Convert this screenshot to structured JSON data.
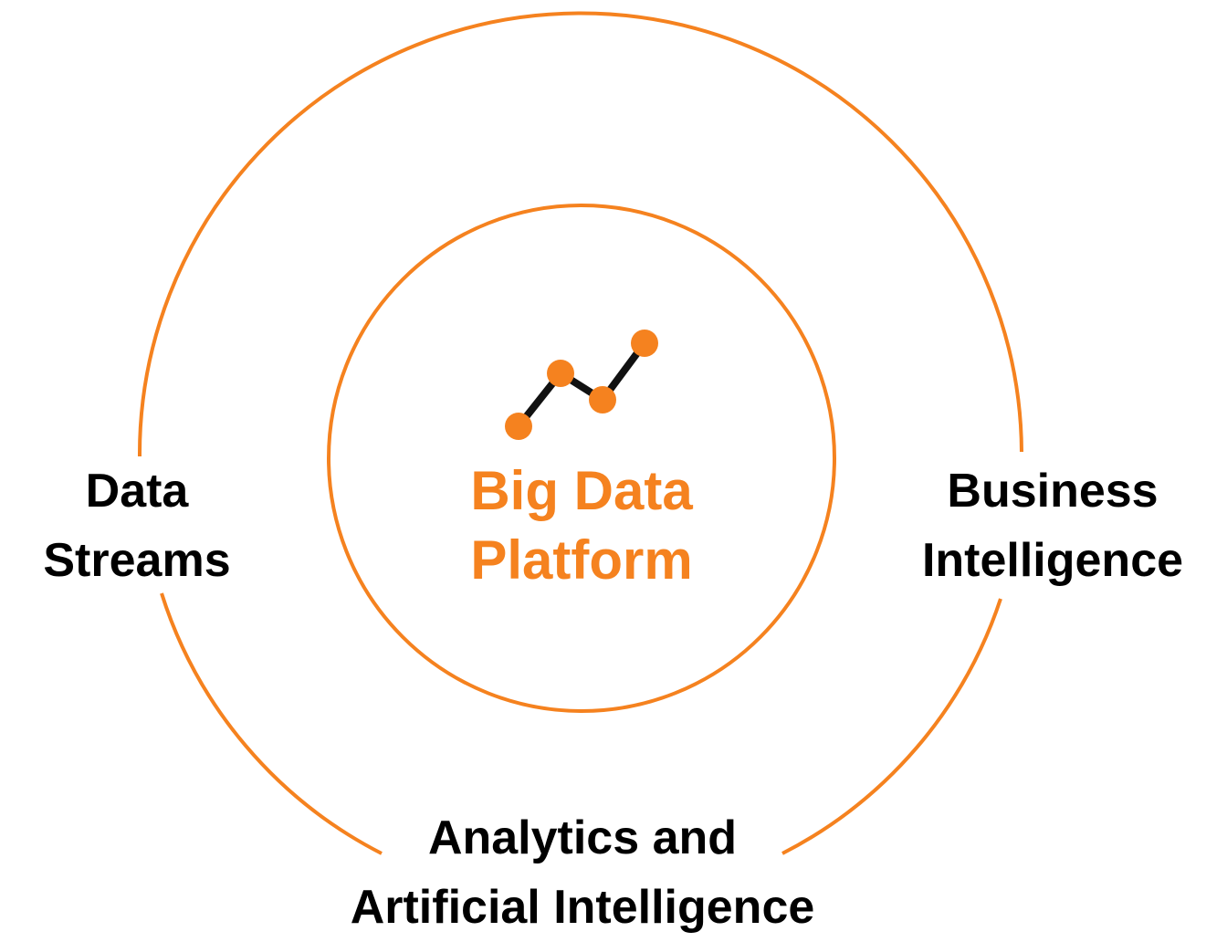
{
  "colors": {
    "accent": "#F5821F",
    "line": "#111111",
    "text": "#000000"
  },
  "center": {
    "line1": "Big Data",
    "line2": "Platform",
    "icon": "line-chart-icon"
  },
  "labels": {
    "left": {
      "line1": "Data",
      "line2": "Streams"
    },
    "right": {
      "line1": "Business",
      "line2": "Intelligence"
    },
    "bottom": {
      "line1": "Analytics and",
      "line2": "Artificial Intelligence"
    }
  }
}
